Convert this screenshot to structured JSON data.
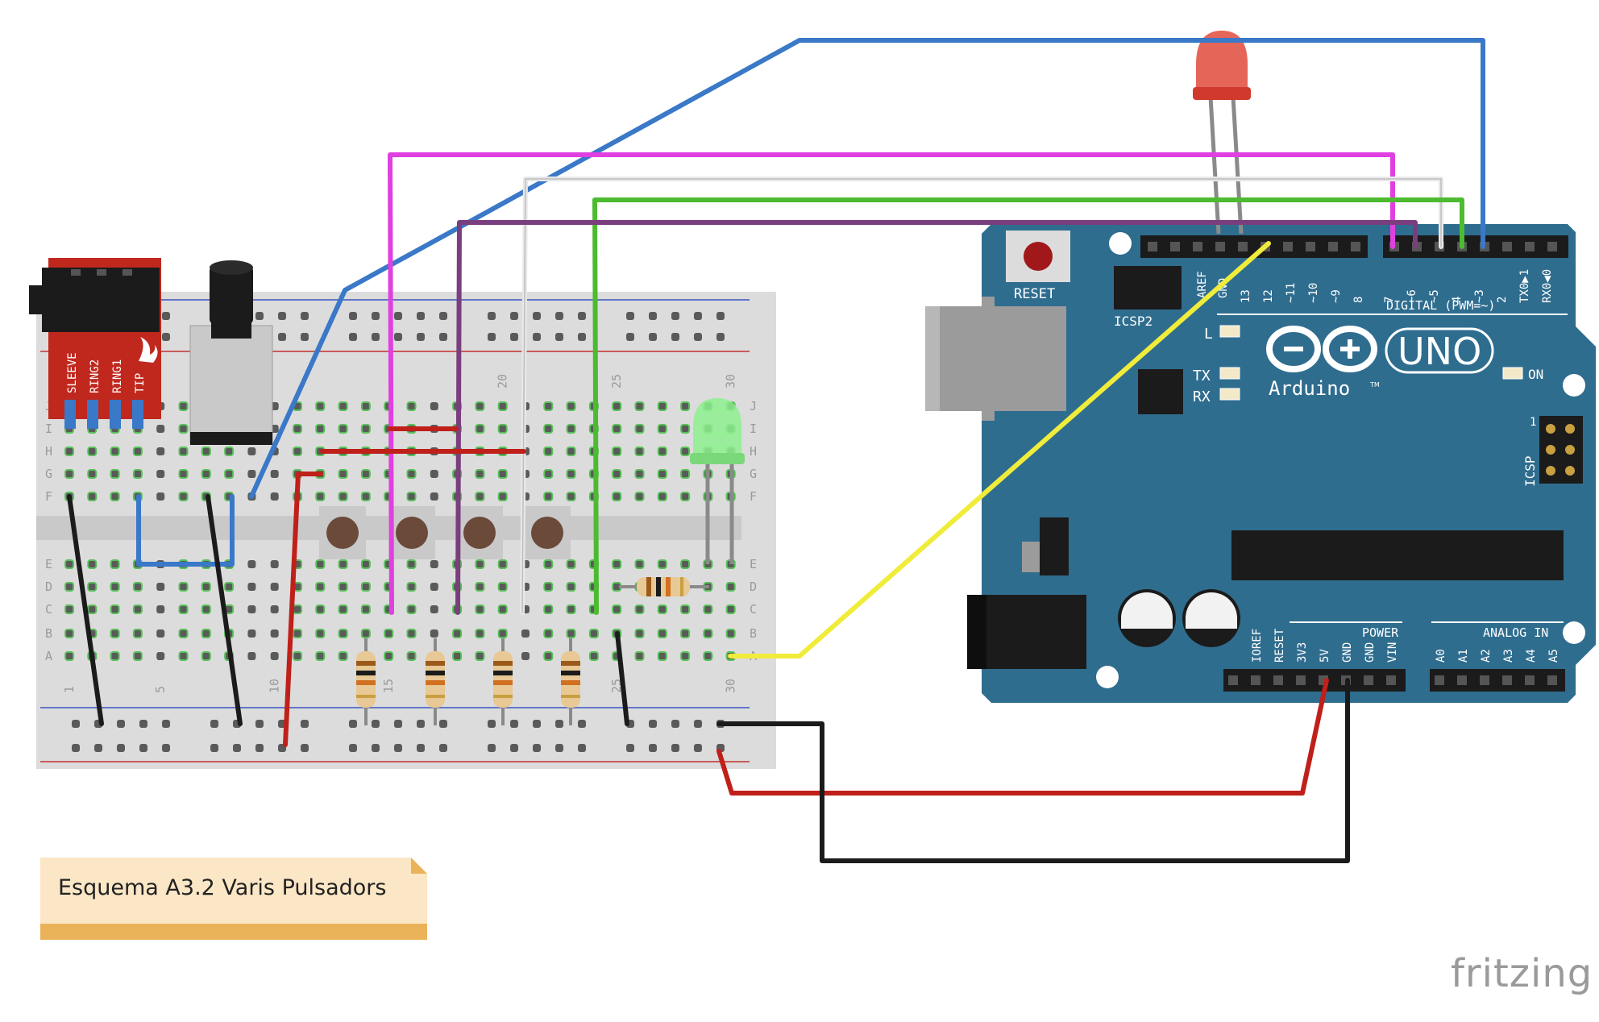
{
  "note": {
    "text": "Esquema A3.2 Varis Pulsadors"
  },
  "watermark": "fritzing",
  "audio_jack": {
    "pins": [
      "SLEEVE",
      "RING2",
      "RING1",
      "TIP"
    ]
  },
  "breadboard": {
    "row_letters_top": [
      "J",
      "I",
      "H",
      "G",
      "F"
    ],
    "row_letters_bottom": [
      "E",
      "D",
      "C",
      "B",
      "A"
    ],
    "column_numbers": [
      "1",
      "5",
      "10",
      "15",
      "20",
      "25",
      "30"
    ]
  },
  "arduino": {
    "board_name": "UNO",
    "brand": "Arduino",
    "tm": "TM",
    "reset": "RESET",
    "icsp2": "ICSP2",
    "icsp": "ICSP",
    "icsp_pin1": "1",
    "led_l": "L",
    "tx": "TX",
    "rx": "RX",
    "on": "ON",
    "digital": "DIGITAL (PWM=~)",
    "aref": "AREF",
    "gnd_top": "GND",
    "digital_pins": [
      "13",
      "12",
      "~11",
      "~10",
      "~9",
      "8",
      "7",
      "~6",
      "~5",
      "4",
      "~3",
      "2",
      "TX0▶1",
      "RX0◀0"
    ],
    "power": "POWER",
    "analog_in": "ANALOG IN",
    "power_pins": [
      "IOREF",
      "RESET",
      "3V3",
      "5V",
      "GND",
      "GND",
      "VIN"
    ],
    "analog_pins": [
      "A0",
      "A1",
      "A2",
      "A3",
      "A4",
      "A5"
    ]
  },
  "colors": {
    "board": "#2f6d8f",
    "wire_blue": "#3a78c8",
    "wire_magenta": "#e040e0",
    "wire_white": "#e8e8e8",
    "wire_green": "#4cbb30",
    "wire_purple": "#7a3e7e",
    "wire_yellow": "#f0ec3a",
    "wire_red": "#c0201a",
    "wire_black": "#1b1b1b",
    "led_red": "#e04a3c",
    "led_green": "#8ef08e",
    "jack_board": "#c0281e",
    "note_bg": "#fbe6c5",
    "note_band": "#eab35a"
  }
}
